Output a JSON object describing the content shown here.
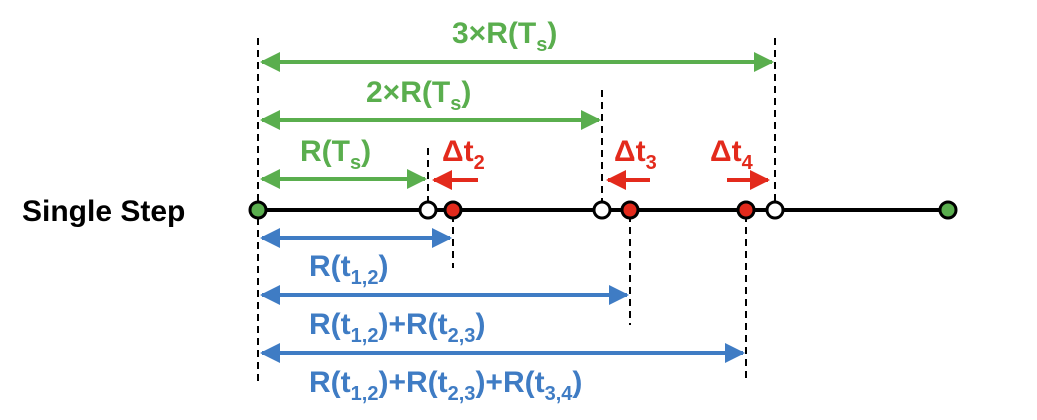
{
  "colors": {
    "green": "#5AAE4E",
    "blue": "#3F7CC4",
    "red": "#E32A1C",
    "black": "#000000"
  },
  "row_label": "Single Step",
  "green_labels": {
    "g3": {
      "main": "3×R(T",
      "sub": "s",
      "tail": ")"
    },
    "g2": {
      "main": "2×R(T",
      "sub": "s",
      "tail": ")"
    },
    "g1": {
      "main": "R(T",
      "sub": "s",
      "tail": ")"
    }
  },
  "red_labels": {
    "d2": {
      "main": "Δt",
      "sub": "2"
    },
    "d3": {
      "main": "Δt",
      "sub": "3"
    },
    "d4": {
      "main": "Δt",
      "sub": "4"
    }
  },
  "blue_labels": {
    "b1": {
      "a": "R(t",
      "as": "1,2",
      "at": ")"
    },
    "b2": {
      "a": "R(t",
      "as": "1,2",
      "at": ")+R(t",
      "bs": "2,3",
      "bt": ")"
    },
    "b3": {
      "a": "R(t",
      "as": "1,2",
      "at": ")+R(t",
      "bs": "2,3",
      "bt": ")+R(t",
      "cs": "3,4",
      "ct": ")"
    }
  }
}
